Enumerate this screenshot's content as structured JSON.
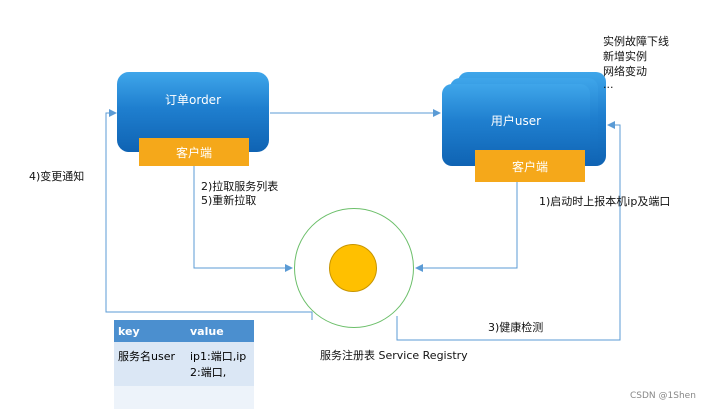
{
  "order_service": {
    "label": "订单order",
    "client_label": "客户端"
  },
  "user_service": {
    "label": "用户user",
    "client_label": "客户端"
  },
  "registry": {
    "label": "服务注册表 Service Registry"
  },
  "instance_events": [
    "实例故障下线",
    "新增实例",
    "网络变动",
    "..."
  ],
  "steps": {
    "notify_change": "4)变更通知",
    "pull_list": "2)拉取服务列表",
    "repull": "5)重新拉取",
    "register": "1)启动时上报本机ip及端口",
    "health_check": "3)健康检测"
  },
  "table": {
    "headers": [
      "key",
      "value"
    ],
    "rows": [
      [
        "服务名user",
        "ip1:端口,ip2:端口,"
      ]
    ]
  },
  "watermark": "CSDN @1Shen",
  "colors": {
    "service_blue": "#1f7fcf",
    "client_orange": "#f5a81a",
    "registry_ring": "#6cbf6a",
    "registry_core": "#ffc000",
    "line": "#5b9bd5"
  }
}
